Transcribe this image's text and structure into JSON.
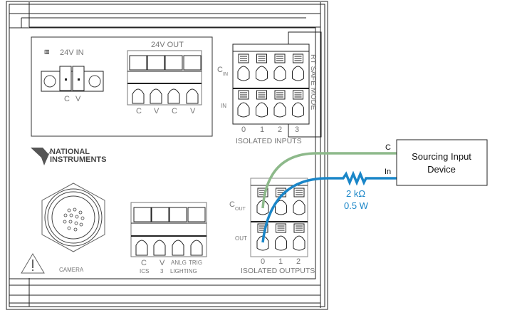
{
  "power_in": {
    "title": "24V IN",
    "pins": [
      "C",
      "V"
    ]
  },
  "power_out": {
    "title": "24V OUT",
    "pins": [
      "C",
      "V",
      "C",
      "V"
    ]
  },
  "inputs": {
    "row_labels": {
      "common": "C",
      "common_sub": "IN",
      "signal": "IN"
    },
    "channels": [
      "0",
      "1",
      "2",
      "3"
    ],
    "caption": "ISOLATED INPUTS",
    "side_label": "RT SAFE MODE"
  },
  "outputs": {
    "row_labels": {
      "common": "C",
      "common_sub": "OUT",
      "signal": "OUT"
    },
    "channels": [
      "0",
      "1",
      "2"
    ],
    "caption": "ISOLATED OUTPUTS"
  },
  "brand": {
    "line1": "NATIONAL",
    "line2": "INSTRUMENTS"
  },
  "camera": {
    "label": "CAMERA"
  },
  "lighting": {
    "pins_top": [
      "C",
      "V",
      "ANLG",
      "TRIG"
    ],
    "pins_bottom": [
      "ICS",
      "3",
      "LIGHTING"
    ]
  },
  "external_device": {
    "label_line1": "Sourcing Input",
    "label_line2": "Device",
    "terminal_c": "C",
    "terminal_in": "In"
  },
  "resistor": {
    "value": "2 kΩ",
    "power": "0.5 W"
  },
  "colors": {
    "common_wire": "#8db98a",
    "signal_wire": "#1a86c8",
    "resistor_text": "#1a86c8"
  }
}
